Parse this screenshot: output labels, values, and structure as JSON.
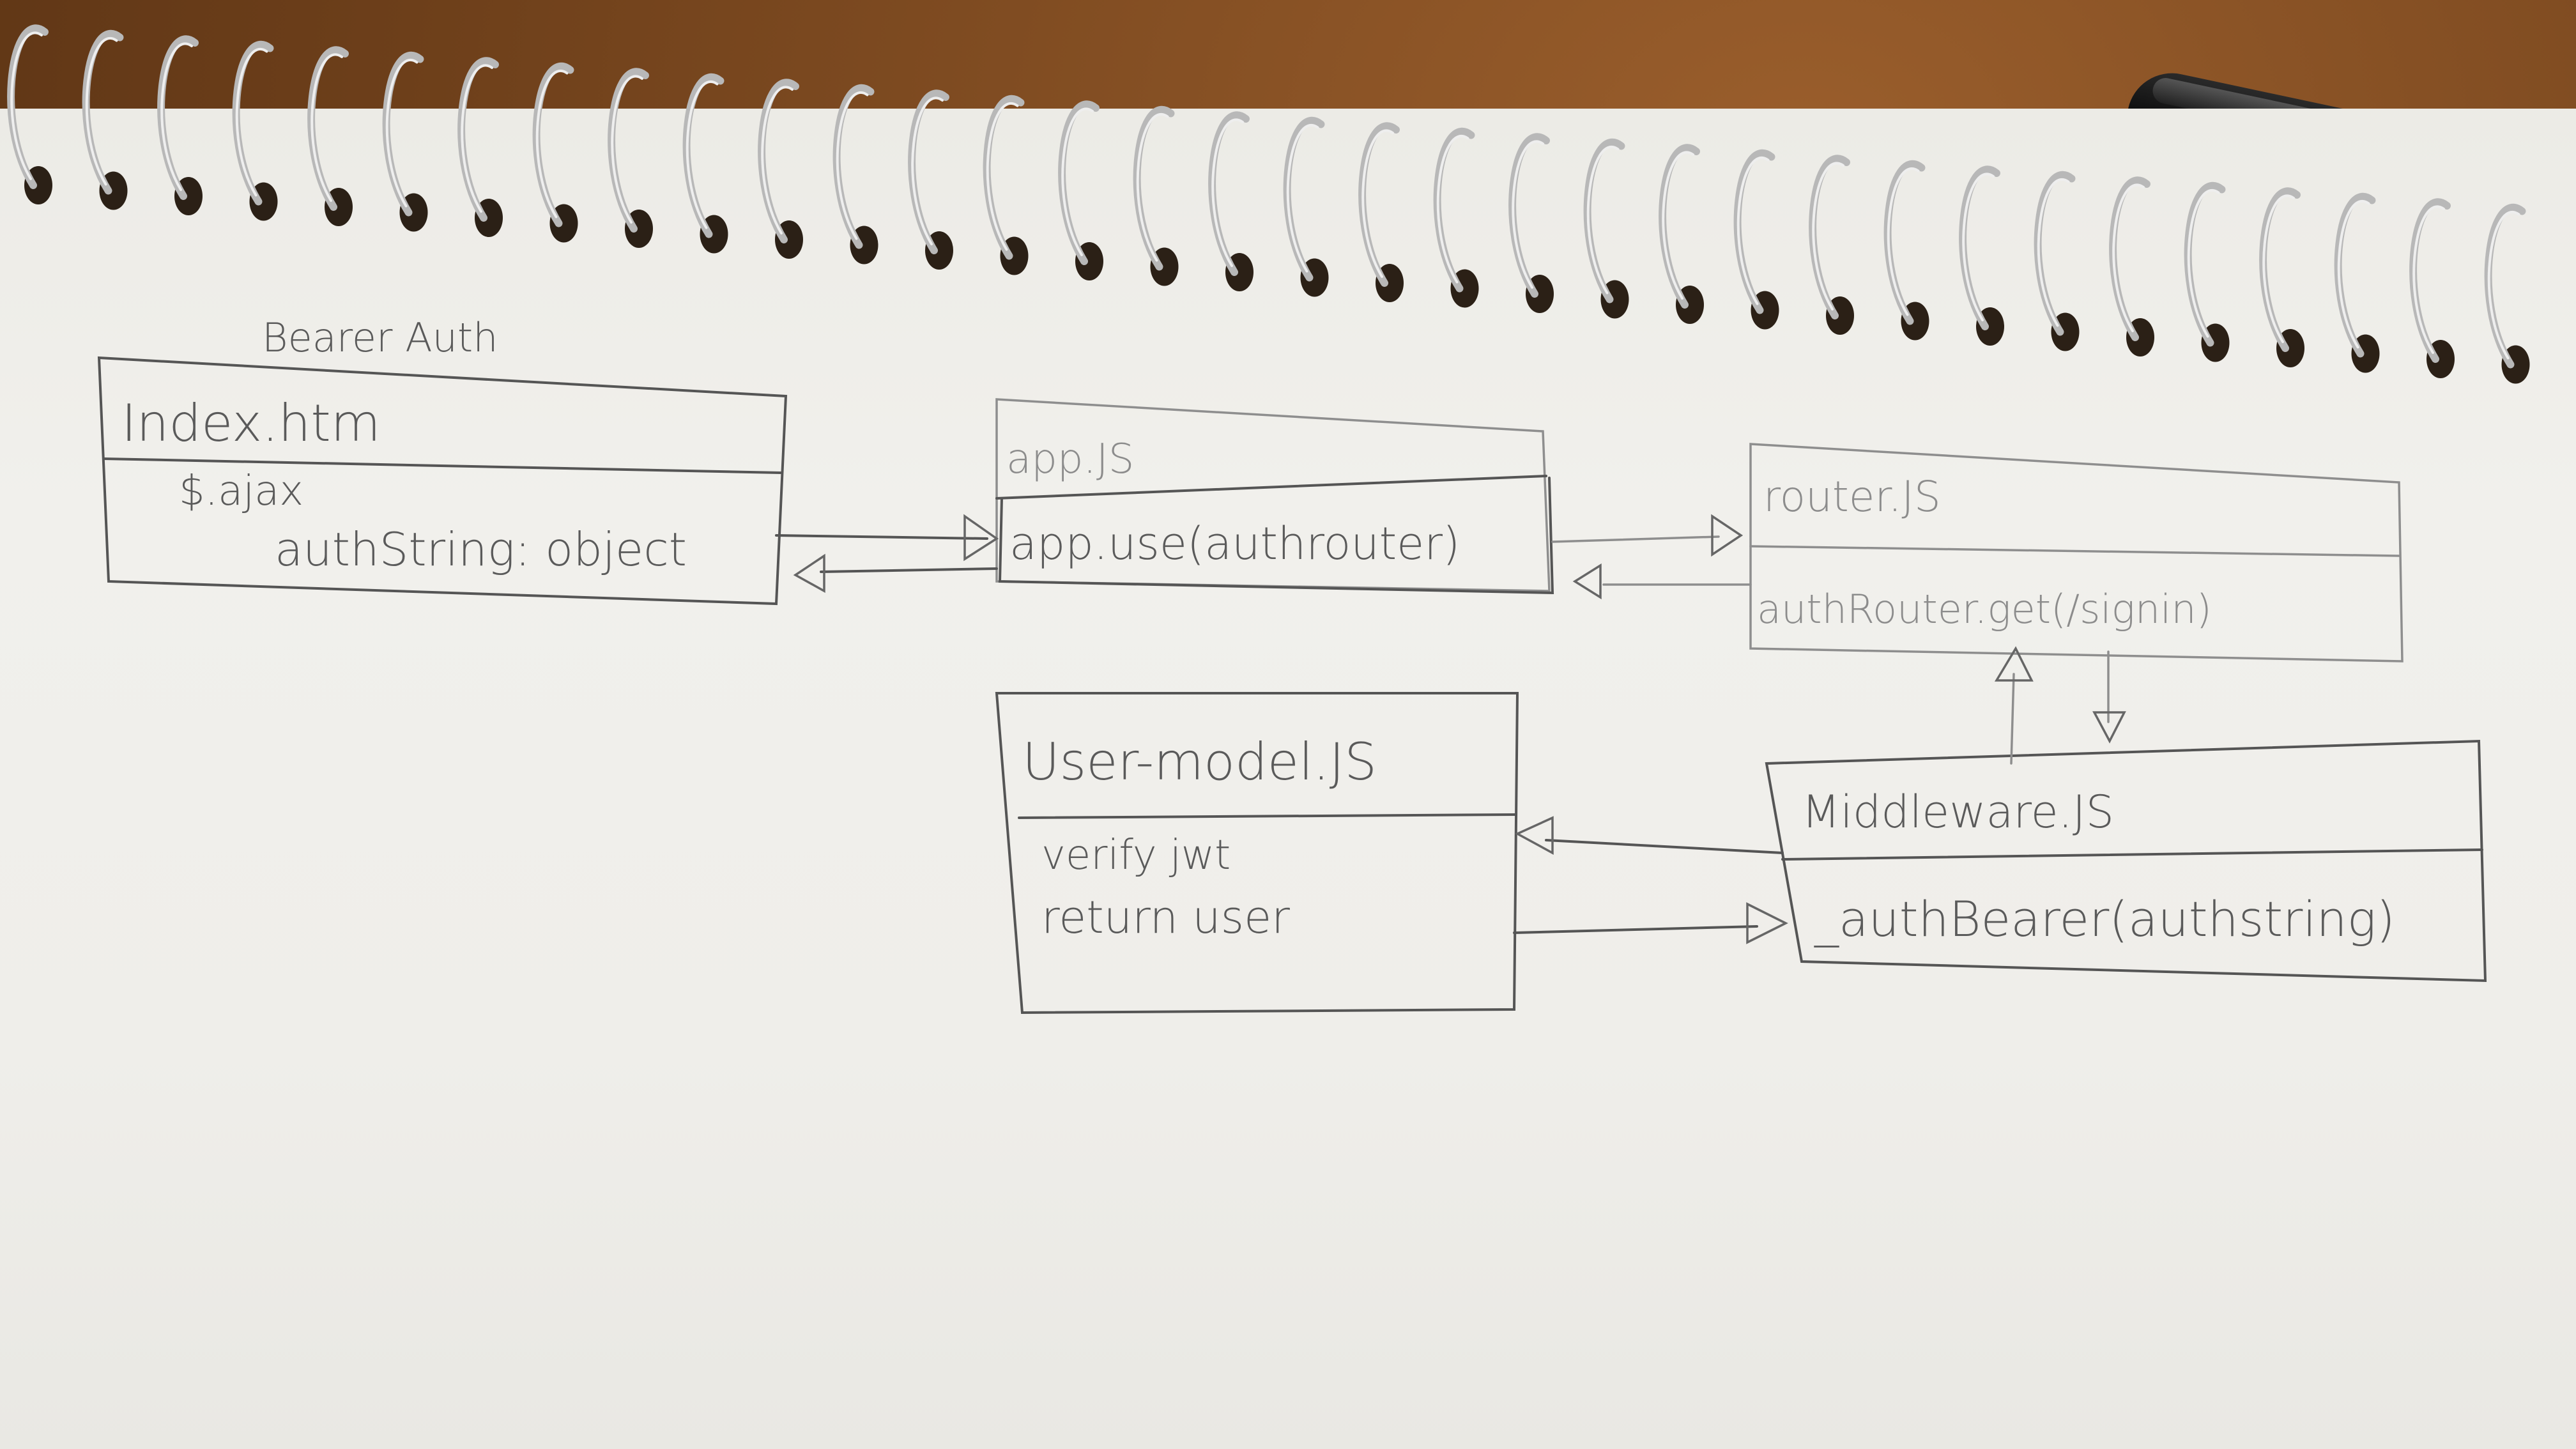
{
  "diagram": {
    "title": "Bearer Auth",
    "boxes": {
      "index": {
        "name": "Index.htm",
        "lines": [
          "$.ajax",
          "authString: object"
        ]
      },
      "app": {
        "name": "app.JS",
        "lines": [
          "app.use(authrouter)"
        ]
      },
      "router": {
        "name": "router.JS",
        "lines": [
          "authRouter.get(/signin)"
        ]
      },
      "user_model": {
        "name": "User-model.JS",
        "lines": [
          "verify jwt",
          "return user"
        ]
      },
      "middleware": {
        "name": "Middleware.JS",
        "lines": [
          "_authBearer(authstring)"
        ]
      }
    }
  },
  "colors": {
    "pencil": "#5a5a5a",
    "pencil_light": "#8c8c8c",
    "paper": "#efeeea",
    "desk": "#7a4a22"
  }
}
